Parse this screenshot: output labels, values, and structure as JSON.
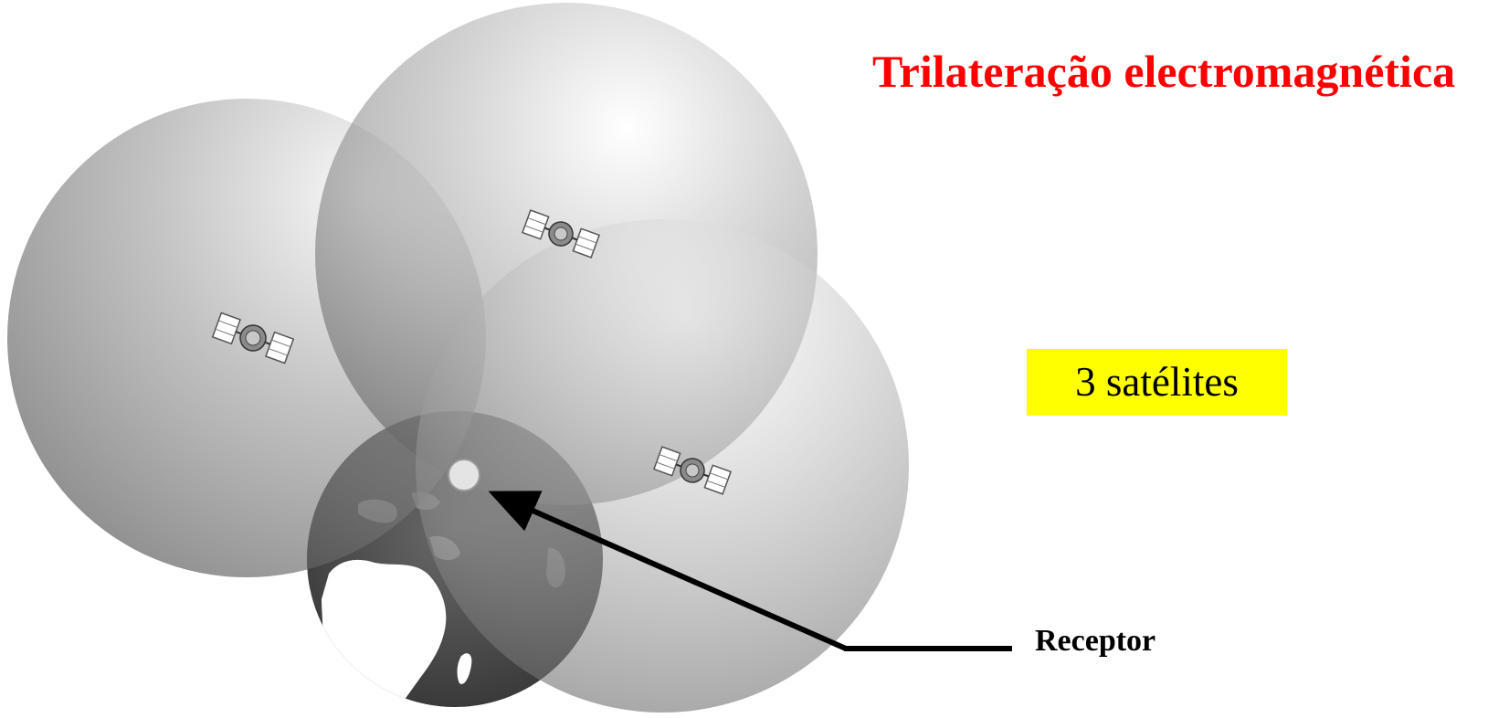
{
  "title": "Trilateração electromagnética",
  "satellite_count_label": "3 satélites",
  "receiver_label": "Receptor",
  "colors": {
    "title": "#ff0000",
    "badge_background": "#ffff00",
    "arrow": "#000000",
    "sphere": "#7a7a7a",
    "earth_ocean": "#4a4a4a",
    "earth_land": "#ffffff",
    "receiver_dot": "#e4e4e4"
  },
  "spheres": [
    {
      "name": "sphere-left"
    },
    {
      "name": "sphere-top"
    },
    {
      "name": "sphere-right"
    }
  ],
  "satellites": [
    {
      "name": "satellite-icon-left"
    },
    {
      "name": "satellite-icon-top"
    },
    {
      "name": "satellite-icon-right"
    }
  ]
}
